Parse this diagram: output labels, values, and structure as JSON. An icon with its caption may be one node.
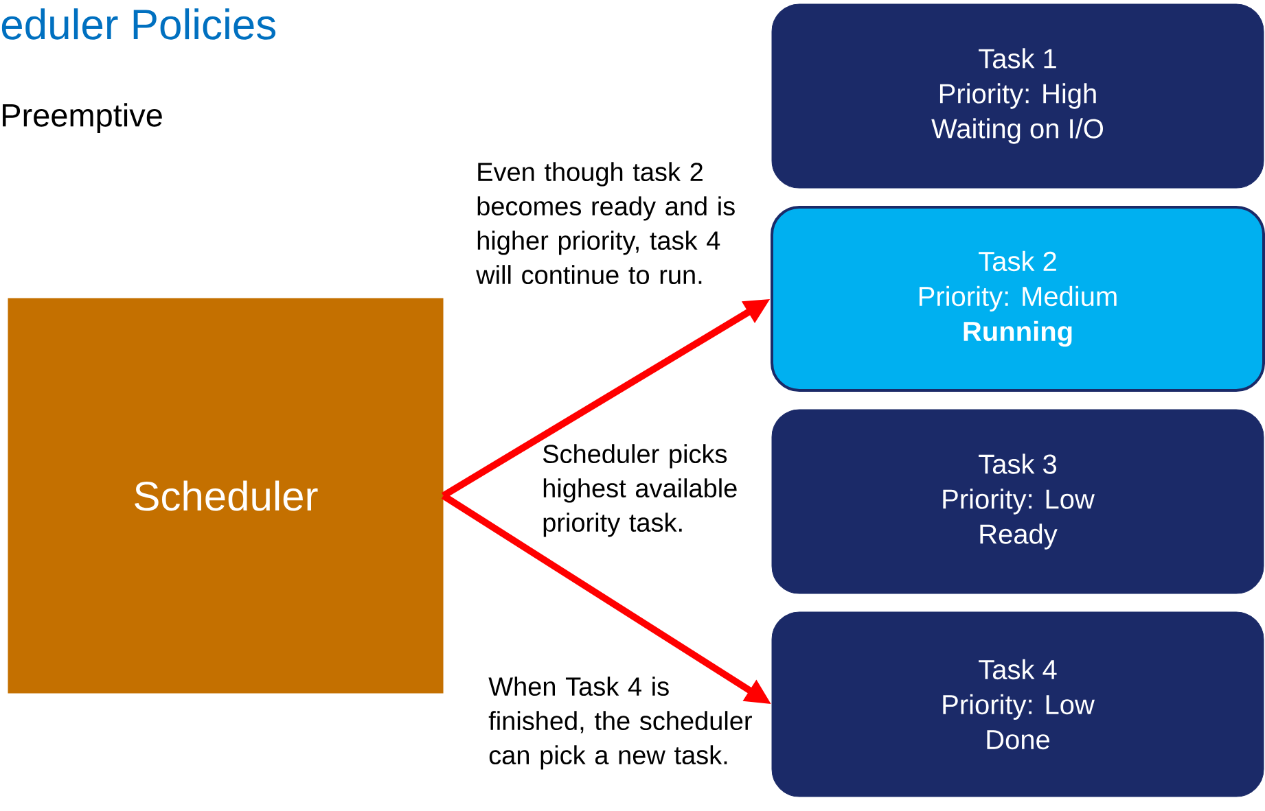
{
  "diagram": {
    "title": "eduler Policies",
    "nodes": [
      {
        "text": [
          "Scheduler"
        ]
      },
      {
        "text": [
          "Task 1",
          "Priority: High",
          "Waiting on I/O"
        ]
      },
      {
        "text": [
          "Task 2",
          "Priority: Medium",
          "Running"
        ]
      },
      {
        "text": [
          "Task 3",
          "Priority: Low",
          "Ready"
        ]
      },
      {
        "text": [
          "Task 4",
          "Priority: Low",
          "Done"
        ]
      }
    ],
    "edges": [
      {
        "from": 0,
        "to": 2,
        "arrow": "to"
      },
      {
        "from": 0,
        "to": 4,
        "arrow": "to"
      }
    ],
    "labels": [
      "Preemptive",
      "Even though task 2 becomes ready and is higher priority, task 4 will continue to run.",
      "Scheduler picks highest available priority task.",
      "When Task 4 is finished, the scheduler can pick a new task."
    ]
  }
}
